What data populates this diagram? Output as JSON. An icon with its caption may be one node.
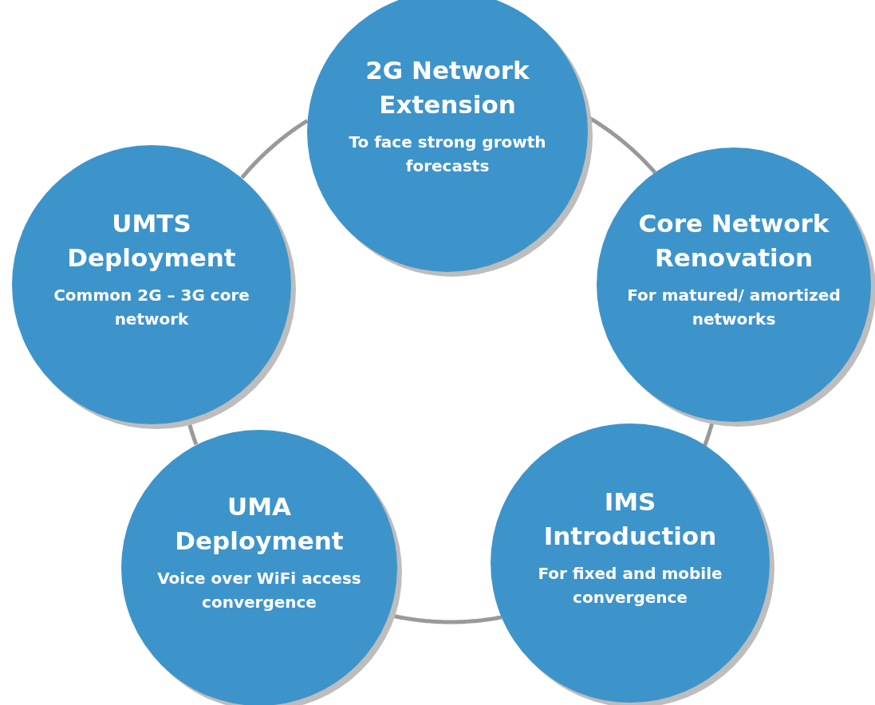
{
  "diagram": {
    "nodes": [
      {
        "text": [
          "2G Network Extension",
          "To face strong growth forecasts"
        ]
      },
      {
        "text": [
          "UMTS Deployment",
          "Common 2G – 3G core network"
        ]
      },
      {
        "text": [
          "Core Network Renovation",
          "For matured/ amortized networks"
        ]
      },
      {
        "text": [
          "UMA Deployment",
          "Voice over WiFi access convergence"
        ]
      },
      {
        "text": [
          "IMS Introduction",
          "For fixed and mobile convergence"
        ]
      }
    ],
    "edges": [
      {
        "from": 0,
        "to": 2,
        "arrow": "none"
      },
      {
        "from": 2,
        "to": 4,
        "arrow": "none"
      },
      {
        "from": 4,
        "to": 3,
        "arrow": "none"
      },
      {
        "from": 3,
        "to": 1,
        "arrow": "none"
      },
      {
        "from": 1,
        "to": 0,
        "arrow": "none"
      }
    ]
  }
}
